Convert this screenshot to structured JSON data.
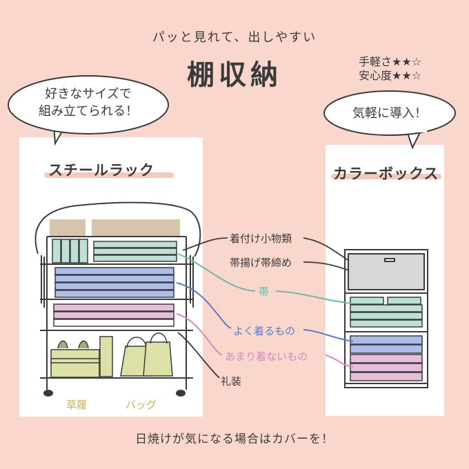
{
  "header": {
    "subtitle": "パッと見れて、出しやすい",
    "title": "棚収納",
    "rating_ease": "手軽さ★★☆",
    "rating_safety": "安心度★★☆"
  },
  "left_panel": {
    "bubble_line1": "好きなサイズで",
    "bubble_line2": "組み立てられる！",
    "title": "スチールラック",
    "label_zori": "草履",
    "label_bag": "バッグ"
  },
  "right_panel": {
    "bubble": "気軽に導入！",
    "title": "カラーボックス"
  },
  "labels": {
    "komono": "着付け小物類",
    "obiage": "帯揚げ帯締め",
    "obi": "帯",
    "yoku": "よく着るもの",
    "amari": "あまり着ないもの",
    "reiso": "礼装"
  },
  "footer": "日焼けが気になる場合はカバーを！",
  "colors": {
    "background": "#f9d7cc",
    "panel": "#ffffff",
    "green": "#6fb8a6",
    "blue": "#5d79c9",
    "pink": "#d788c4",
    "gold": "#c9b24e",
    "item_beige": "#d8c3ad",
    "item_mint": "#bfe0d6",
    "item_blue": "#abbde8",
    "item_pink": "#e7bddc",
    "item_olive": "#dde1a7",
    "drawer_grey": "#d7d7d7"
  }
}
